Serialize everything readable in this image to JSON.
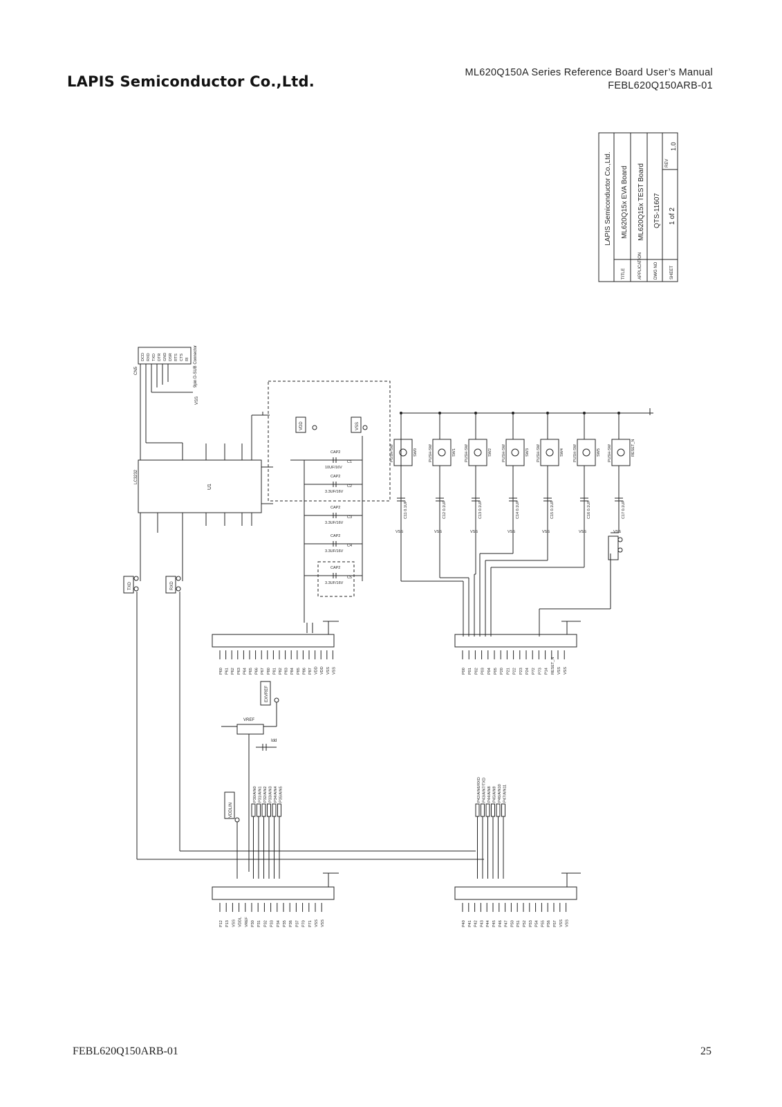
{
  "header": {
    "company_logo": "LAPIS Semiconductor Co.,Ltd.",
    "title_line1": "ML620Q150A Series Reference Board User’s Manual",
    "title_line2": "FEBL620Q150ARB-01"
  },
  "title_block": {
    "company": "LAPIS Semiconductor Co.,Ltd.",
    "title_label": "TITLE",
    "title": "ML620Q15x EVA Board",
    "application_label": "APPLICATION",
    "application": "ML620Q15x TEST Board",
    "dwg_label": "DWG NO",
    "dwg_no": "QTS-11607",
    "sheet_label": "SHEET",
    "sheet": "1 of 2",
    "rev_label": "REV",
    "rev": "1.0"
  },
  "schematic": {
    "connector_cn5": "CN5",
    "dsub_caption": "9pin D-SUB Connector",
    "dsub_pins": [
      "DCD",
      "RXD",
      "TXD",
      "DTR",
      "GND",
      "DSR",
      "RTS",
      "CTS",
      "RI"
    ],
    "u1_label": "U1",
    "u1_part": "LC3232",
    "caps": [
      "C1 10UF/16V",
      "C2 3.3UF/16V",
      "C3 3.3UF/16V",
      "C4 3.3UF/16V",
      "C5 3.3UF/16V"
    ],
    "cap_part": "CAP2",
    "vdd": "VDD",
    "vss": "VSS",
    "push_sw": [
      "SW0",
      "SW1",
      "SW2",
      "SW3",
      "SW4",
      "SW5",
      "RESET_N"
    ],
    "push_label": "PUSH-SW",
    "decoupling": [
      "C11 0.1UF",
      "C12 0.1UF",
      "C13 0.1UF",
      "C14 0.1UF",
      "C15 0.1UF",
      "C16 0.1UF",
      "C17 0.1UF"
    ],
    "cn3_pins": [
      "P60",
      "P61",
      "P62",
      "P63",
      "P64",
      "P65",
      "P66",
      "P67",
      "P80",
      "P81",
      "P82",
      "P83",
      "P84",
      "P85",
      "P86",
      "P87",
      "VDD",
      "VDD",
      "VSS",
      "VSS"
    ],
    "cn4_pins": [
      "P00",
      "P01",
      "P02",
      "P03",
      "P04",
      "P05",
      "P20",
      "P21",
      "P22",
      "P23",
      "P24",
      "P72",
      "P73",
      "P14",
      "RESET_N",
      "VSS",
      "VSS"
    ],
    "cn1_pins": [
      "P12",
      "P13",
      "VSS",
      "VDDL",
      "VREF",
      "P30",
      "P31",
      "P32",
      "P33",
      "P34",
      "P35",
      "P36",
      "P37",
      "P70",
      "P71",
      "VSS",
      "VSS"
    ],
    "cn2_pins": [
      "P40",
      "P41",
      "P42",
      "P43",
      "P44",
      "P45",
      "P46",
      "P47",
      "P50",
      "P51",
      "P52",
      "P53",
      "P54",
      "P55",
      "P56",
      "P57",
      "VSS",
      "VSS"
    ],
    "p3_labels": [
      "P30/AIN0",
      "P31/AIN1",
      "P32/AIN2",
      "P33/AIN3",
      "P34/AIN4",
      "P35/AIN5"
    ],
    "p4_labels": [
      "P42/AIN6/RXD",
      "P43/AIN7/TXD",
      "P44/AIN8",
      "P45/AIN9",
      "P46/AIN10",
      "P47/AIN11"
    ],
    "vref": "VREF",
    "exvref": "EXVREF",
    "vddlin": "VDDLIN",
    "txd": "TXD",
    "rxd": "RXD",
    "idd": "Idd"
  },
  "footer": {
    "doc_id": "FEBL620Q150ARB-01",
    "page_number": "25"
  }
}
